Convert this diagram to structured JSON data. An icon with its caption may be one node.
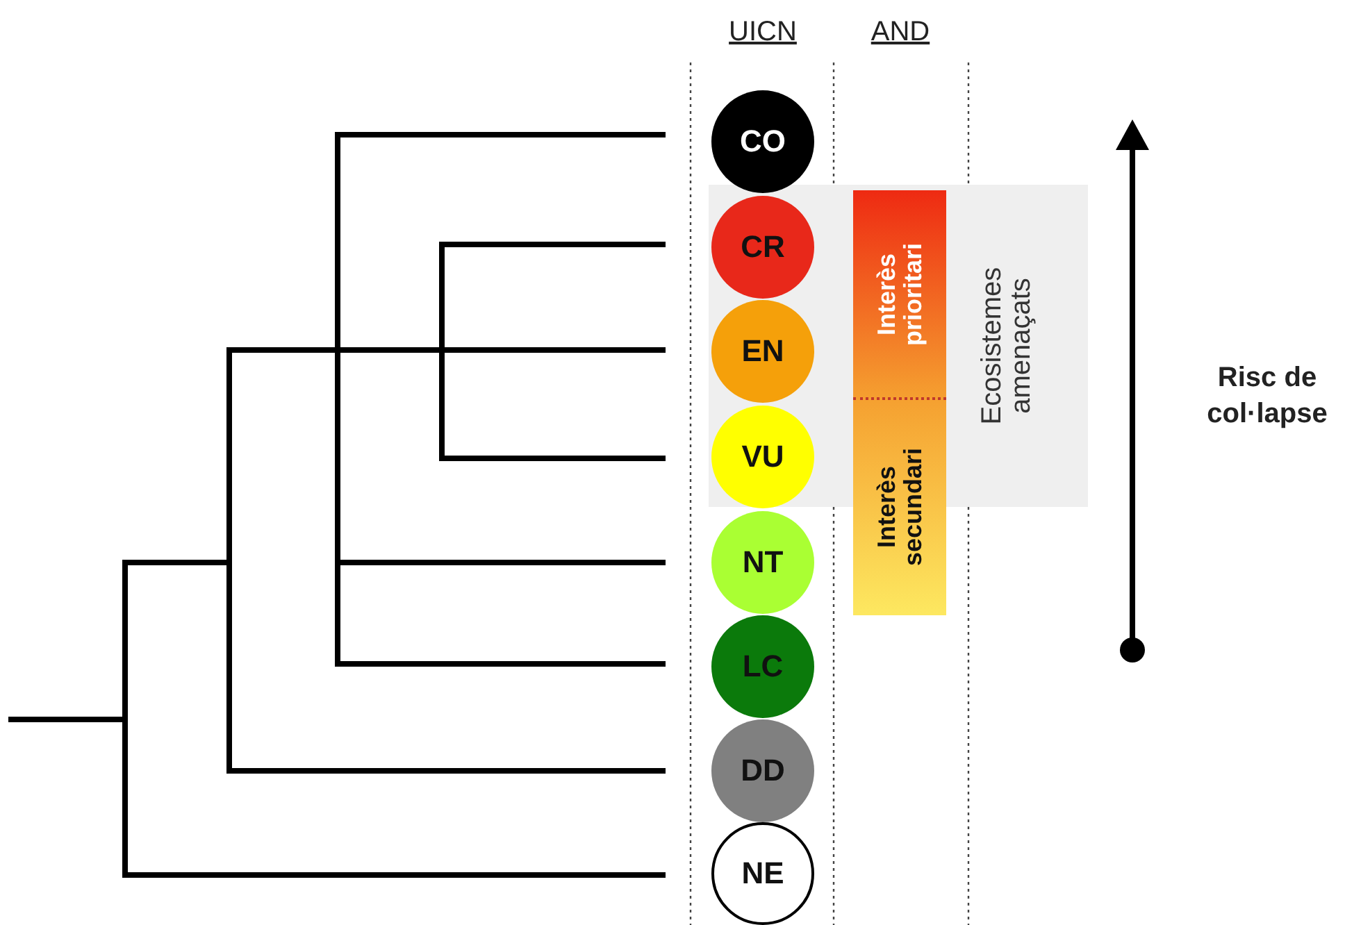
{
  "diagram": {
    "nodes": [
      {
        "text": [
          "Ecosistemes amenaçats"
        ]
      },
      {
        "text": [
          "CO"
        ]
      },
      {
        "text": [
          "CR"
        ],
        "in": 0
      },
      {
        "text": [
          "EN"
        ],
        "in": 0
      },
      {
        "text": [
          "VU"
        ],
        "in": 0
      },
      {
        "text": [
          "NT"
        ]
      },
      {
        "text": [
          "LC"
        ]
      },
      {
        "text": [
          "DD"
        ]
      },
      {
        "text": [
          "NE"
        ]
      },
      {
        "text": [
          "Interès prioritari"
        ],
        "in": 0
      },
      {
        "text": [
          "Interès secundari"
        ]
      }
    ],
    "labels": [
      "UICN",
      "AND",
      "Risc de col·lapse"
    ]
  }
}
